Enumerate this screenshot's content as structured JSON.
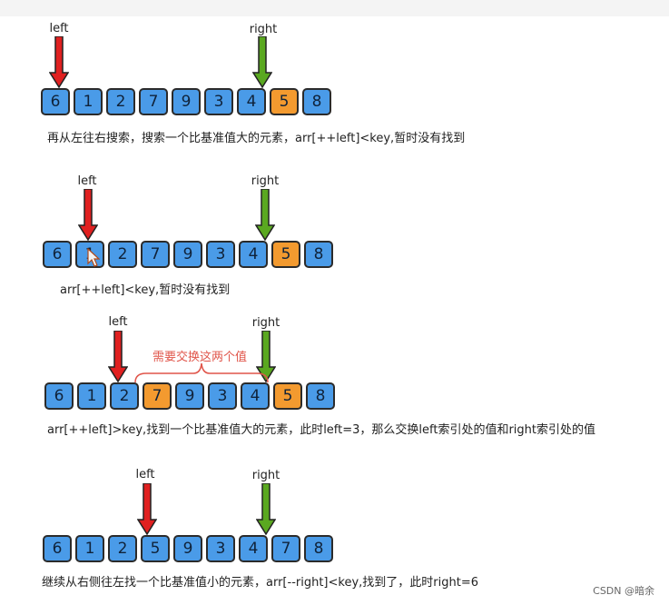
{
  "labels": {
    "left": "left",
    "right": "right"
  },
  "brace_label": "需要交换这两个值",
  "watermark": "CSDN @暗余",
  "colors": {
    "cell": "#4a9be8",
    "highlight": "#f39a2f",
    "left_arrow": "#e02020",
    "right_arrow": "#5aa820"
  },
  "steps": [
    {
      "cells": [
        "6",
        "1",
        "2",
        "7",
        "9",
        "3",
        "4",
        "5",
        "8"
      ],
      "highlight": [
        7
      ],
      "caption": "再从左往右搜索，搜索一个比基准值大的元素，arr[++left]<key,暂时没有找到"
    },
    {
      "cells": [
        "6",
        "1",
        "2",
        "7",
        "9",
        "3",
        "4",
        "5",
        "8"
      ],
      "highlight": [
        7
      ],
      "caption": "arr[++left]<key,暂时没有找到"
    },
    {
      "cells": [
        "6",
        "1",
        "2",
        "7",
        "9",
        "3",
        "4",
        "5",
        "8"
      ],
      "highlight": [
        3,
        7
      ],
      "caption": "arr[++left]>key,找到一个比基准值大的元素，此时left=3，那么交换left索引处的值和right索引处的值"
    },
    {
      "cells": [
        "6",
        "1",
        "2",
        "5",
        "9",
        "3",
        "4",
        "7",
        "8"
      ],
      "highlight": [],
      "caption": "继续从右侧往左找一个比基准值小的元素，arr[--right]<key,找到了，此时right=6"
    }
  ]
}
